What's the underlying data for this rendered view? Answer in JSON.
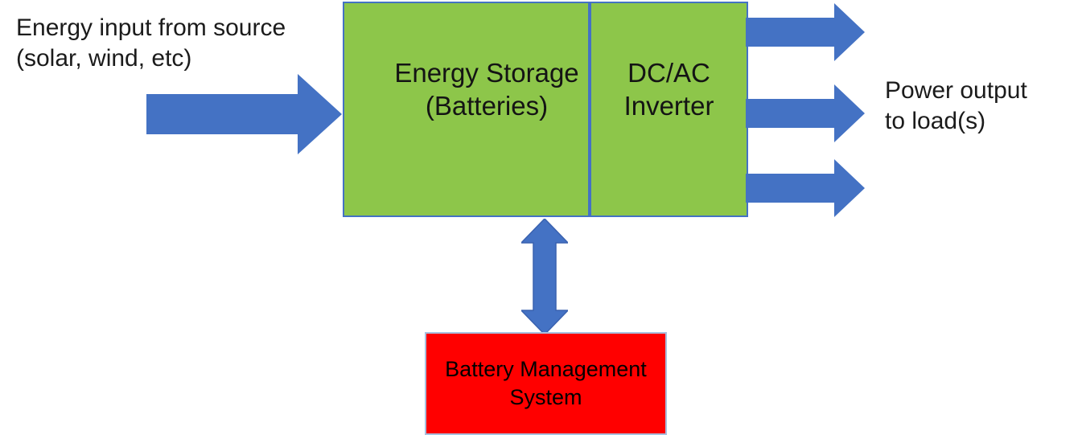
{
  "diagram": {
    "input_label": {
      "line1": "Energy input from source",
      "line2": "(solar, wind, etc)"
    },
    "storage_box": {
      "line1": "Energy Storage",
      "line2": "(Batteries)"
    },
    "inverter_box": {
      "line1": "DC/AC",
      "line2": "Inverter"
    },
    "output_label": {
      "line1": "Power output",
      "line2": "to load(s)"
    },
    "bms_box": {
      "line1": "Battery Management",
      "line2": "System"
    }
  },
  "icons": {
    "input_arrow": "right-arrow",
    "output_arrow_1": "right-arrow",
    "output_arrow_2": "right-arrow",
    "output_arrow_3": "right-arrow",
    "bms_link_arrow": "double-vertical-arrow"
  },
  "colors": {
    "arrow_blue": "#4472C4",
    "green_fill": "#8DC64A",
    "green_border": "#4472C4",
    "divider_blue": "#4472C4",
    "red_fill": "#FF0000",
    "red_border": "#A9BFDE",
    "text": "#1B1B1B"
  }
}
